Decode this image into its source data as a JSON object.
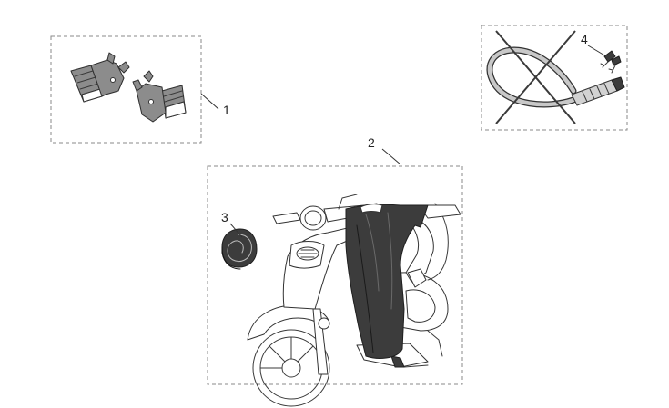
{
  "diagram": {
    "callouts": {
      "c1": "1",
      "c2": "2",
      "c3": "3",
      "c4": "4"
    },
    "parts": {
      "p1": "footpeg-brackets",
      "p2": "leg-cover",
      "p3": "cable-lock-crossed-out",
      "p4": "keys",
      "p5": "coiled-strip"
    },
    "colors": {
      "box_border": "#8a8a8a",
      "part_fill": "#8c8c8c",
      "cover_fill": "#3c3c3c",
      "cross_mark": "#3a3a3a"
    }
  }
}
